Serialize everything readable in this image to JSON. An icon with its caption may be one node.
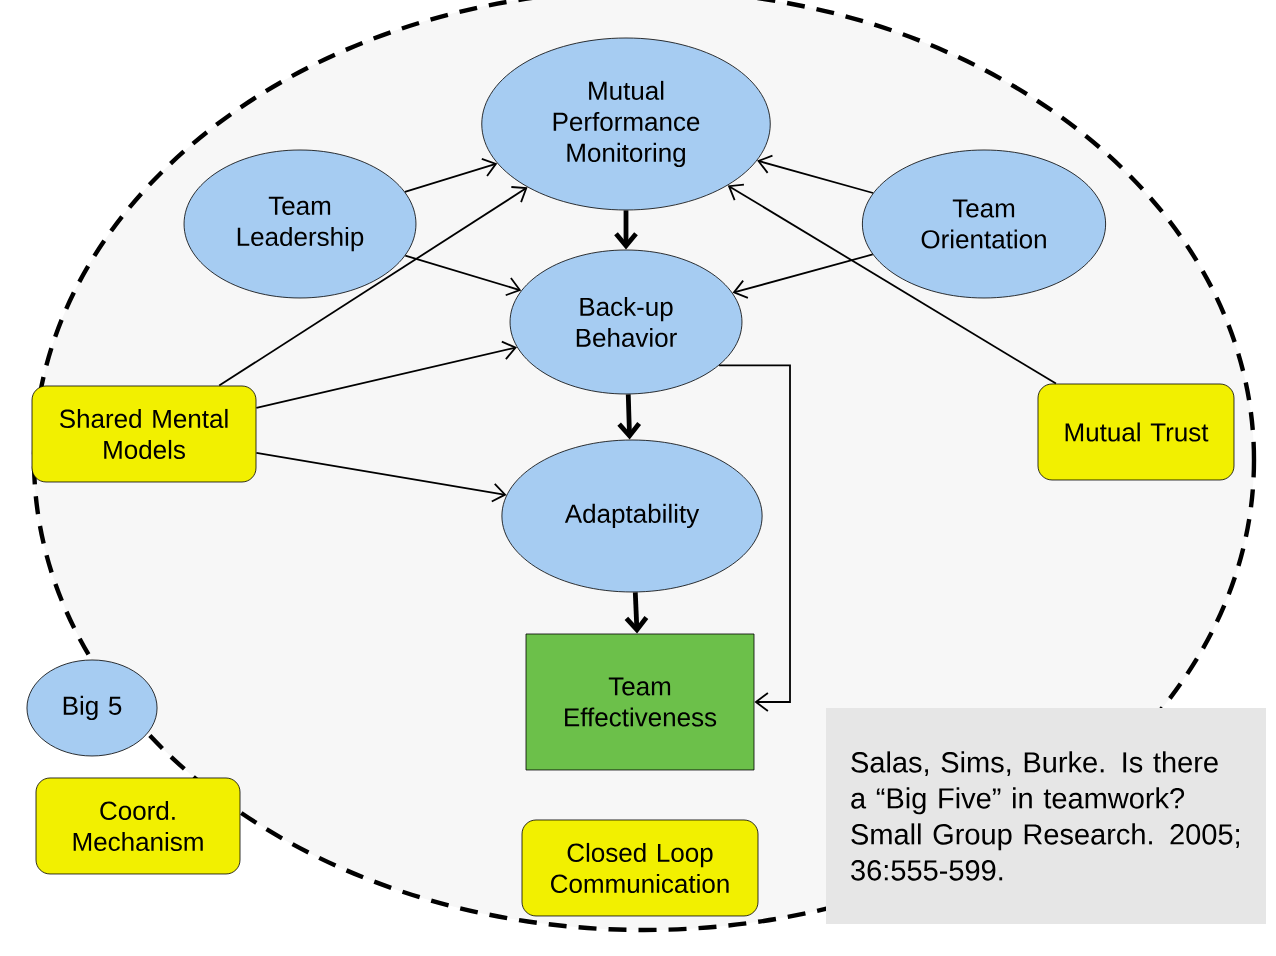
{
  "diagram": {
    "nodes": [
      {
        "text": [
          "Mutual Performance Monitoring"
        ]
      },
      {
        "text": [
          "Team Leadership"
        ]
      },
      {
        "text": [
          "Team Orientation"
        ]
      },
      {
        "text": [
          "Back-up Behavior"
        ]
      },
      {
        "text": [
          "Shared Mental Models"
        ]
      },
      {
        "text": [
          "Mutual Trust"
        ]
      },
      {
        "text": [
          "Adaptability"
        ]
      },
      {
        "text": [
          "Team Effectiveness"
        ]
      },
      {
        "text": [
          "Big 5"
        ]
      },
      {
        "text": [
          "Coord. Mechanism"
        ]
      },
      {
        "text": [
          "Closed Loop Communication"
        ]
      },
      {
        "text": [
          "Salas, Sims, Burke. Is there a “Big Five” in teamwork? Small Group Research. 2005; 36:555-599."
        ]
      }
    ],
    "edges": [
      {
        "from": 1,
        "to": 0,
        "arrow": "to"
      },
      {
        "from": 1,
        "to": 3,
        "arrow": "to"
      },
      {
        "from": 2,
        "to": 0,
        "arrow": "to"
      },
      {
        "from": 2,
        "to": 3,
        "arrow": "to"
      },
      {
        "from": 5,
        "to": 0,
        "arrow": "to"
      },
      {
        "from": 4,
        "to": 0,
        "arrow": "to"
      },
      {
        "from": 4,
        "to": 3,
        "arrow": "to"
      },
      {
        "from": 4,
        "to": 6,
        "arrow": "to"
      },
      {
        "from": 0,
        "to": 3,
        "arrow": "to",
        "style": "thick"
      },
      {
        "from": 3,
        "to": 6,
        "arrow": "to",
        "style": "thick"
      },
      {
        "from": 6,
        "to": 7,
        "arrow": "to",
        "style": "thick"
      },
      {
        "from": 3,
        "to": 7,
        "arrow": "to"
      }
    ]
  }
}
